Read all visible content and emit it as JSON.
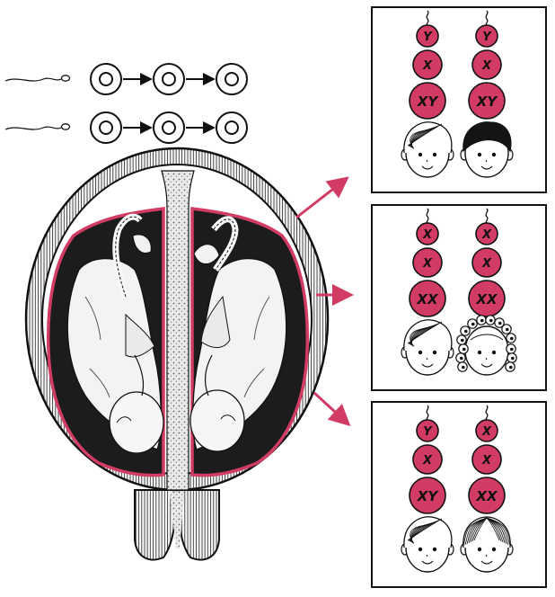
{
  "colors": {
    "ink": "#111111",
    "accent": "#d23c64",
    "paper": "#ffffff",
    "stipple": "#d8d8d8",
    "womb_dark": "#1c1c1c"
  },
  "panels": [
    {
      "id": "boys",
      "twins": [
        {
          "chromosomes": [
            "Y",
            "X",
            "XY"
          ],
          "hair": "light-straight"
        },
        {
          "chromosomes": [
            "Y",
            "X",
            "XY"
          ],
          "hair": "dark"
        }
      ]
    },
    {
      "id": "girls",
      "twins": [
        {
          "chromosomes": [
            "X",
            "X",
            "XX"
          ],
          "hair": "light-straight"
        },
        {
          "chromosomes": [
            "X",
            "X",
            "XX"
          ],
          "hair": "curly"
        }
      ]
    },
    {
      "id": "mixed",
      "twins": [
        {
          "chromosomes": [
            "Y",
            "X",
            "XY"
          ],
          "hair": "light-straight"
        },
        {
          "chromosomes": [
            "X",
            "X",
            "XX"
          ],
          "hair": "light-parted"
        }
      ]
    }
  ],
  "sperm_rows": 2,
  "cell_divisions": 3
}
